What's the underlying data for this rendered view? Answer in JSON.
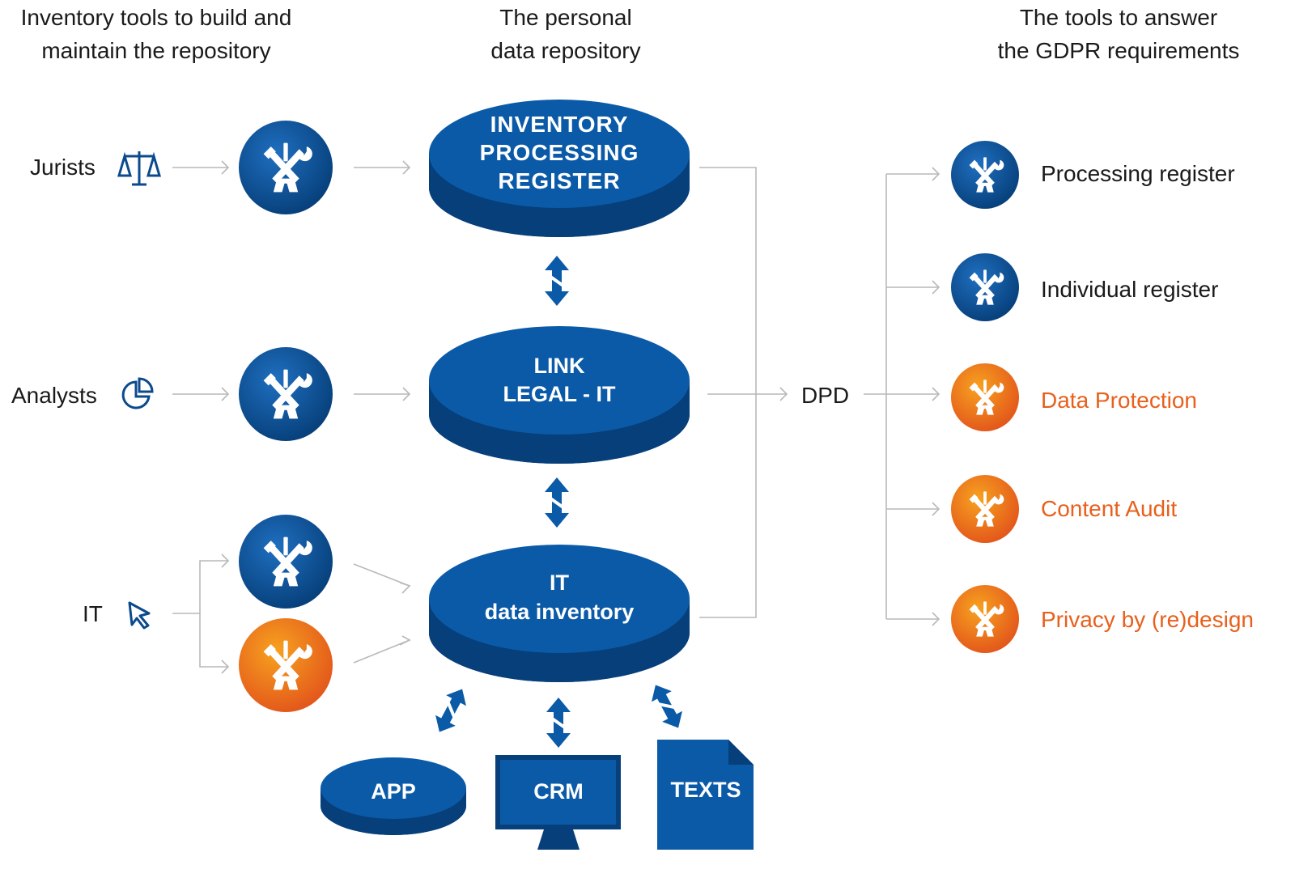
{
  "headers": {
    "left": [
      "Inventory tools to build and",
      "maintain the repository"
    ],
    "center": [
      "The personal",
      "data repository"
    ],
    "right": [
      "The tools to answer",
      "the GDPR requirements"
    ]
  },
  "actors": {
    "jurists": "Jurists",
    "analysts": "Analysts",
    "it": "IT"
  },
  "repository": {
    "register": [
      "INVENTORY",
      "PROCESSING",
      "REGISTER"
    ],
    "link": [
      "LINK",
      "LEGAL - IT"
    ],
    "inventory": [
      "IT",
      "data inventory"
    ]
  },
  "sources": {
    "app": "APP",
    "crm": "CRM",
    "texts": "TEXTS"
  },
  "dpd": "DPD",
  "outputs": [
    {
      "label": "Processing register",
      "color": "#1a1a1a",
      "icon": "blue"
    },
    {
      "label": "Individual register",
      "color": "#1a1a1a",
      "icon": "blue"
    },
    {
      "label": "Data Protection",
      "color": "#e8601c",
      "icon": "orange"
    },
    {
      "label": "Content Audit",
      "color": "#e8601c",
      "icon": "orange"
    },
    {
      "label": "Privacy by (re)design",
      "color": "#e8601c",
      "icon": "orange"
    }
  ],
  "colors": {
    "blue": "#0b5aa8",
    "blue_dark": "#063f7a",
    "orange": "#ef7a1a",
    "orange_text": "#e8601c",
    "connector": "#b9b9b9"
  }
}
